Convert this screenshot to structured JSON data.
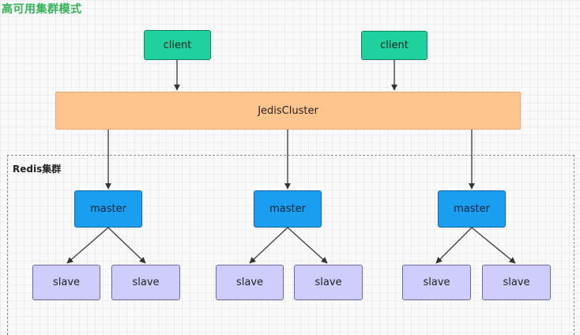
{
  "title": "高可用集群模式",
  "clients": [
    {
      "label": "client"
    },
    {
      "label": "client"
    }
  ],
  "proxy": {
    "label": "JedisCluster"
  },
  "cluster": {
    "label": "Redis集群",
    "groups": [
      {
        "master": "master",
        "slaves": [
          "slave",
          "slave"
        ]
      },
      {
        "master": "master",
        "slaves": [
          "slave",
          "slave"
        ]
      },
      {
        "master": "master",
        "slaves": [
          "slave",
          "slave"
        ]
      }
    ]
  }
}
